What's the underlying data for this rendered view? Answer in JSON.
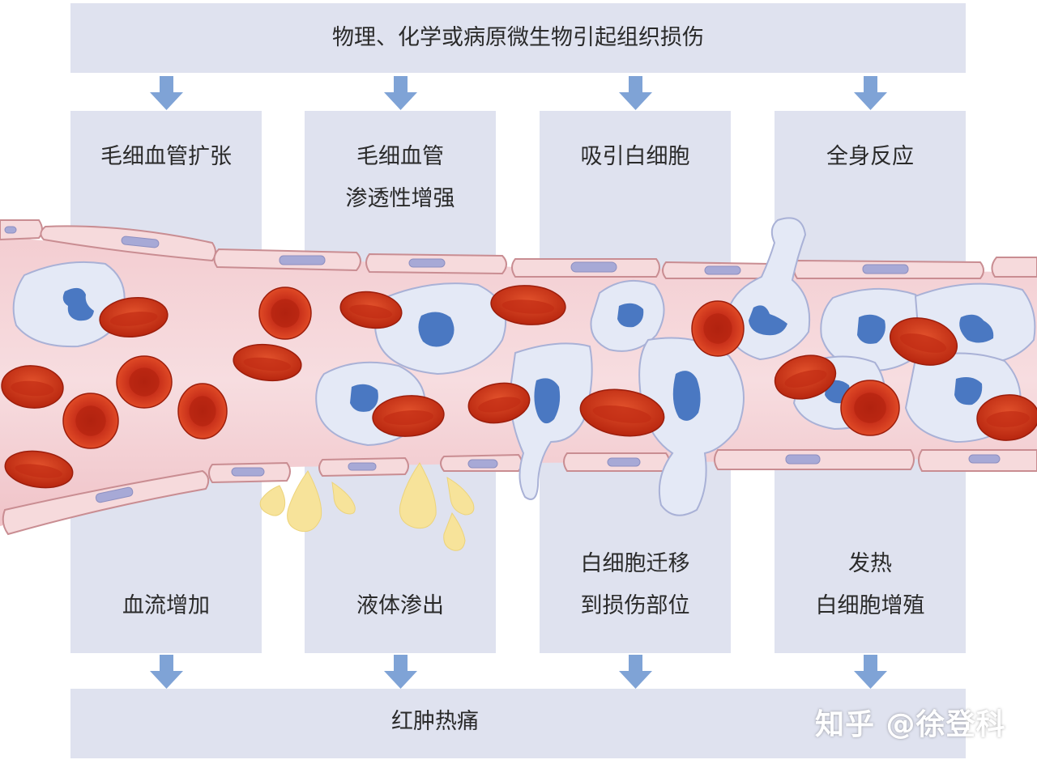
{
  "header": {
    "text": "物理、化学或病原微生物引起组织损伤"
  },
  "columns": [
    {
      "top": [
        "毛细血管扩张"
      ],
      "bottom": [
        "血流增加"
      ]
    },
    {
      "top": [
        "毛细血管",
        "渗透性增强"
      ],
      "bottom": [
        "液体渗出"
      ]
    },
    {
      "top": [
        "吸引白细胞"
      ],
      "bottom": [
        "白细胞迁移",
        "到损伤部位"
      ]
    },
    {
      "top": [
        "全身反应"
      ],
      "bottom": [
        "发热",
        "白细胞增殖"
      ]
    }
  ],
  "footer": {
    "text": "红肿热痛"
  },
  "watermark": "知乎 @徐登科",
  "colors": {
    "panel": "#dfe2ef",
    "arrow": "#7fa3d6",
    "vessel": "#f1c4c8",
    "endothelium": "#f6dadc",
    "red_cell": "#d63a1c",
    "white_cell": "#e3e8f6",
    "nucleus": "#4a78c2",
    "fluid": "#f7e39a"
  }
}
